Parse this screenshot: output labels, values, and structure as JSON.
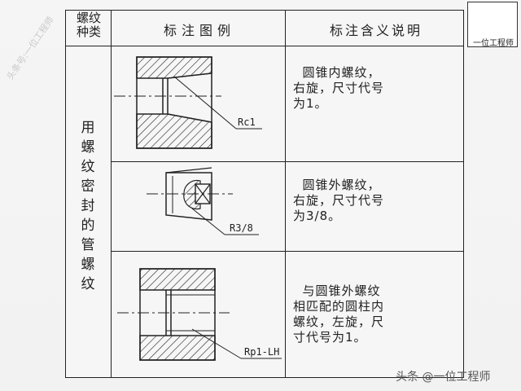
{
  "header": {
    "type_col": "螺纹\n种类",
    "example_col": "标注图例",
    "meaning_col": "标注含义说明"
  },
  "category": "用螺纹密封的管螺纹",
  "rows": [
    {
      "label": "Rc1",
      "description": "  圆锥内螺纹，\n右旋，尺寸代号\n为1。"
    },
    {
      "label": "R3/8",
      "description": "  圆锥外螺纹，\n右旋，尺寸代号\n为3/8。"
    },
    {
      "label": "Rp1-LH",
      "description": "  与圆锥外螺纹\n相匹配的圆柱内\n螺纹，左旋，尺\n寸代号为1。"
    }
  ],
  "logo": {
    "text": "一位工程师"
  },
  "watermark": {
    "left": "头条号:一位工程师",
    "bottom": "头条 @一位工程师"
  }
}
